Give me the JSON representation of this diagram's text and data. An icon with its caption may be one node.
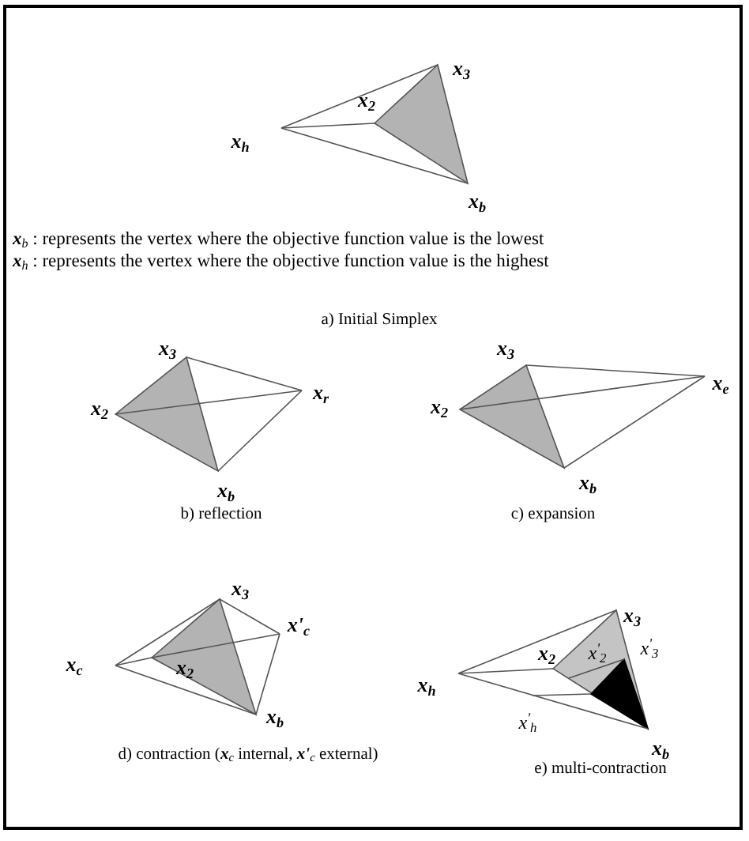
{
  "diagram": {
    "labels": [
      "x$_{3}$",
      "x$_{2}$",
      "x$_{h}$",
      "x$_{b}$",
      "**x**$_{b}$ : represents the vertex where the objective function value is the lowest",
      "**x**$_{h}$ : represents the vertex where the objective function value is the highest",
      "a) Initial Simplex",
      "x$_{3}$",
      "x$_{2}$",
      "x$_{r}$",
      "x$_{b}$",
      "b) reflection",
      "x$_{3}$",
      "x$_{e}$",
      "x$_{2}$",
      "x$_{b}$",
      "c) expansion",
      "x$_{3}$",
      "x'$_{c}$",
      "x$_{c}$",
      "x$_{2}$",
      "x$_{b}$",
      "d) contraction (**x**$_{c}$ internal, **x'**$_{c}$ external)",
      "x$_{3}$",
      "x$_{2}$",
      "x$^{'}$$_{3}$",
      "x$^{'}$$_{2}$",
      "x$_{h}$",
      "x$^{'}$$_{h}$",
      "x$_{b}$",
      "e) multi-contraction"
    ]
  }
}
